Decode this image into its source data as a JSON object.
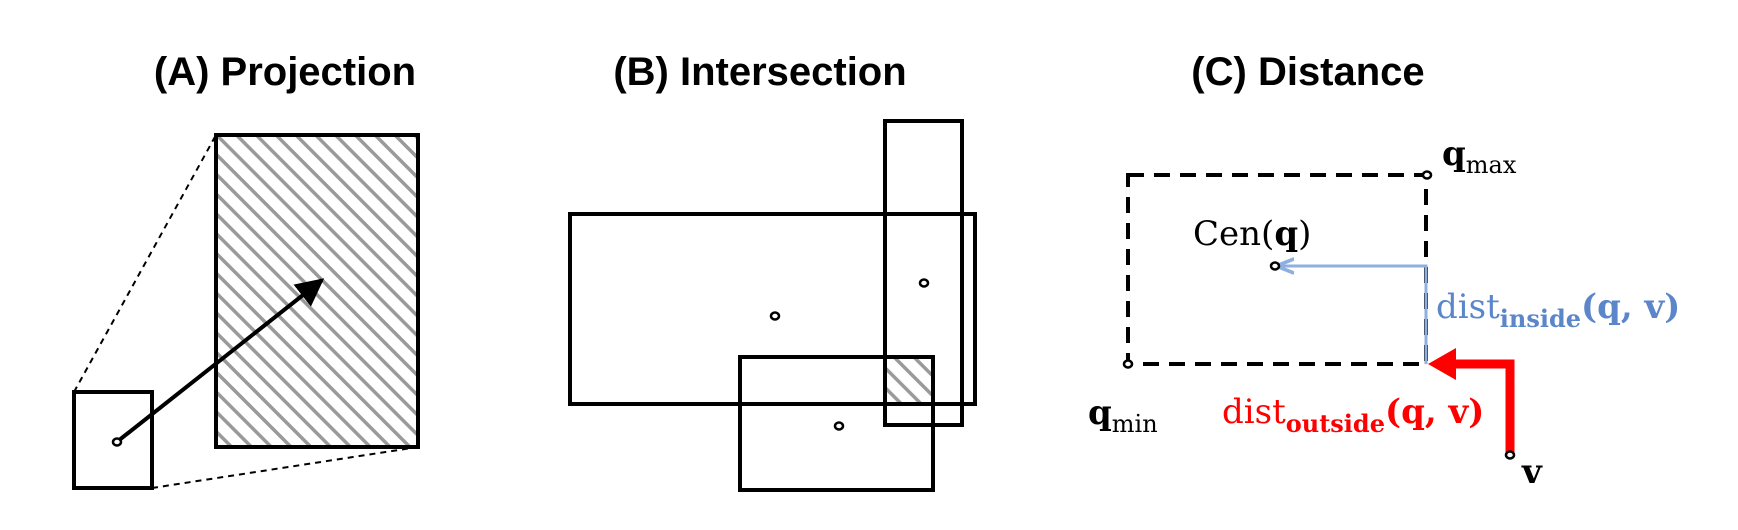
{
  "panels": {
    "projection": {
      "title": "(A) Projection"
    },
    "intersection": {
      "title": "(B) Intersection"
    },
    "distance": {
      "title": "(C) Distance",
      "q_max": {
        "base": "q",
        "sub": "max"
      },
      "q_min": {
        "base": "q",
        "sub": "min"
      },
      "center": {
        "pre": "Cen(",
        "var": "q",
        "post": ")"
      },
      "dist_inside": {
        "base": "dist",
        "sub": "inside",
        "args": "(q, v)"
      },
      "dist_outside": {
        "base": "dist",
        "sub": "outside",
        "args": "(q, v)"
      },
      "v_label": "v"
    }
  },
  "colors": {
    "stroke": "#000000",
    "hatch": "#9a9a9a",
    "inside": "#5b86c9",
    "inside_arrow": "#8fb0de",
    "outside": "#ff0000"
  }
}
